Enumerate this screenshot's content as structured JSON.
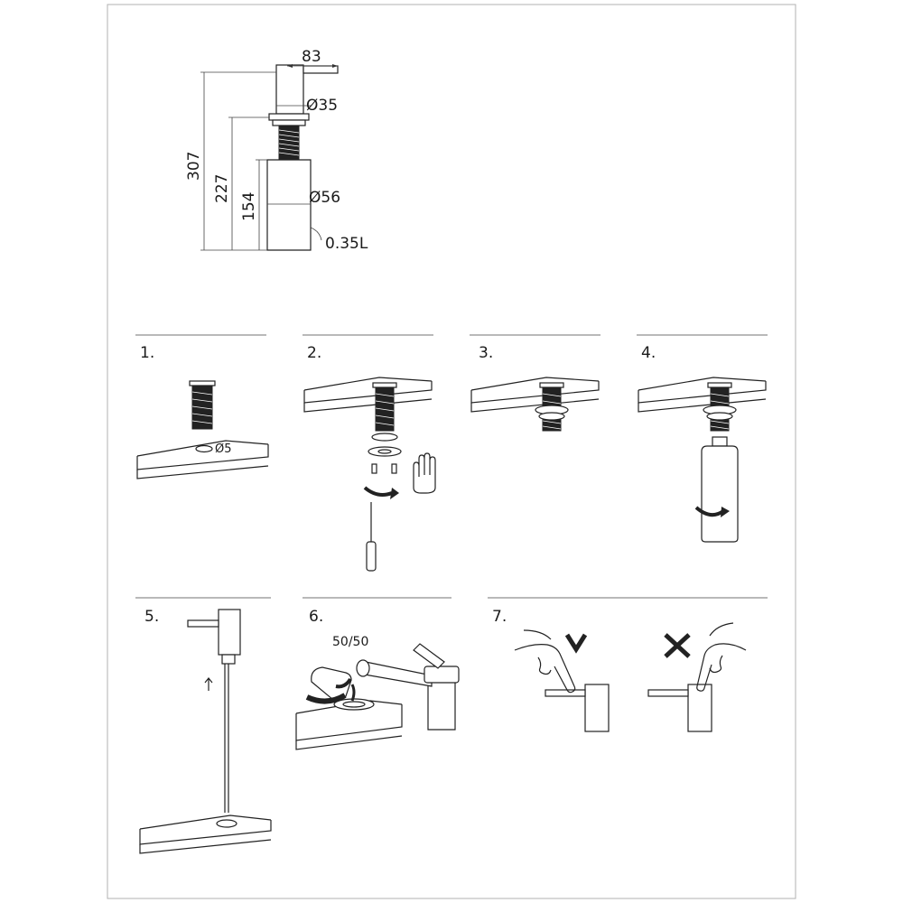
{
  "dimensions": {
    "width_83": "83",
    "dia_35": "Ø35",
    "dia_56": "Ø56",
    "height_307": "307",
    "height_227": "227",
    "height_154": "154",
    "volume": "0.35L"
  },
  "steps": [
    {
      "label": "1.",
      "note": "Ø5"
    },
    {
      "label": "2."
    },
    {
      "label": "3."
    },
    {
      "label": "4."
    },
    {
      "label": "5."
    },
    {
      "label": "6.",
      "note": "50/50"
    },
    {
      "label": "7."
    }
  ],
  "colors": {
    "line": "#222222",
    "frame": "#b0b0b0",
    "background": "#ffffff"
  }
}
